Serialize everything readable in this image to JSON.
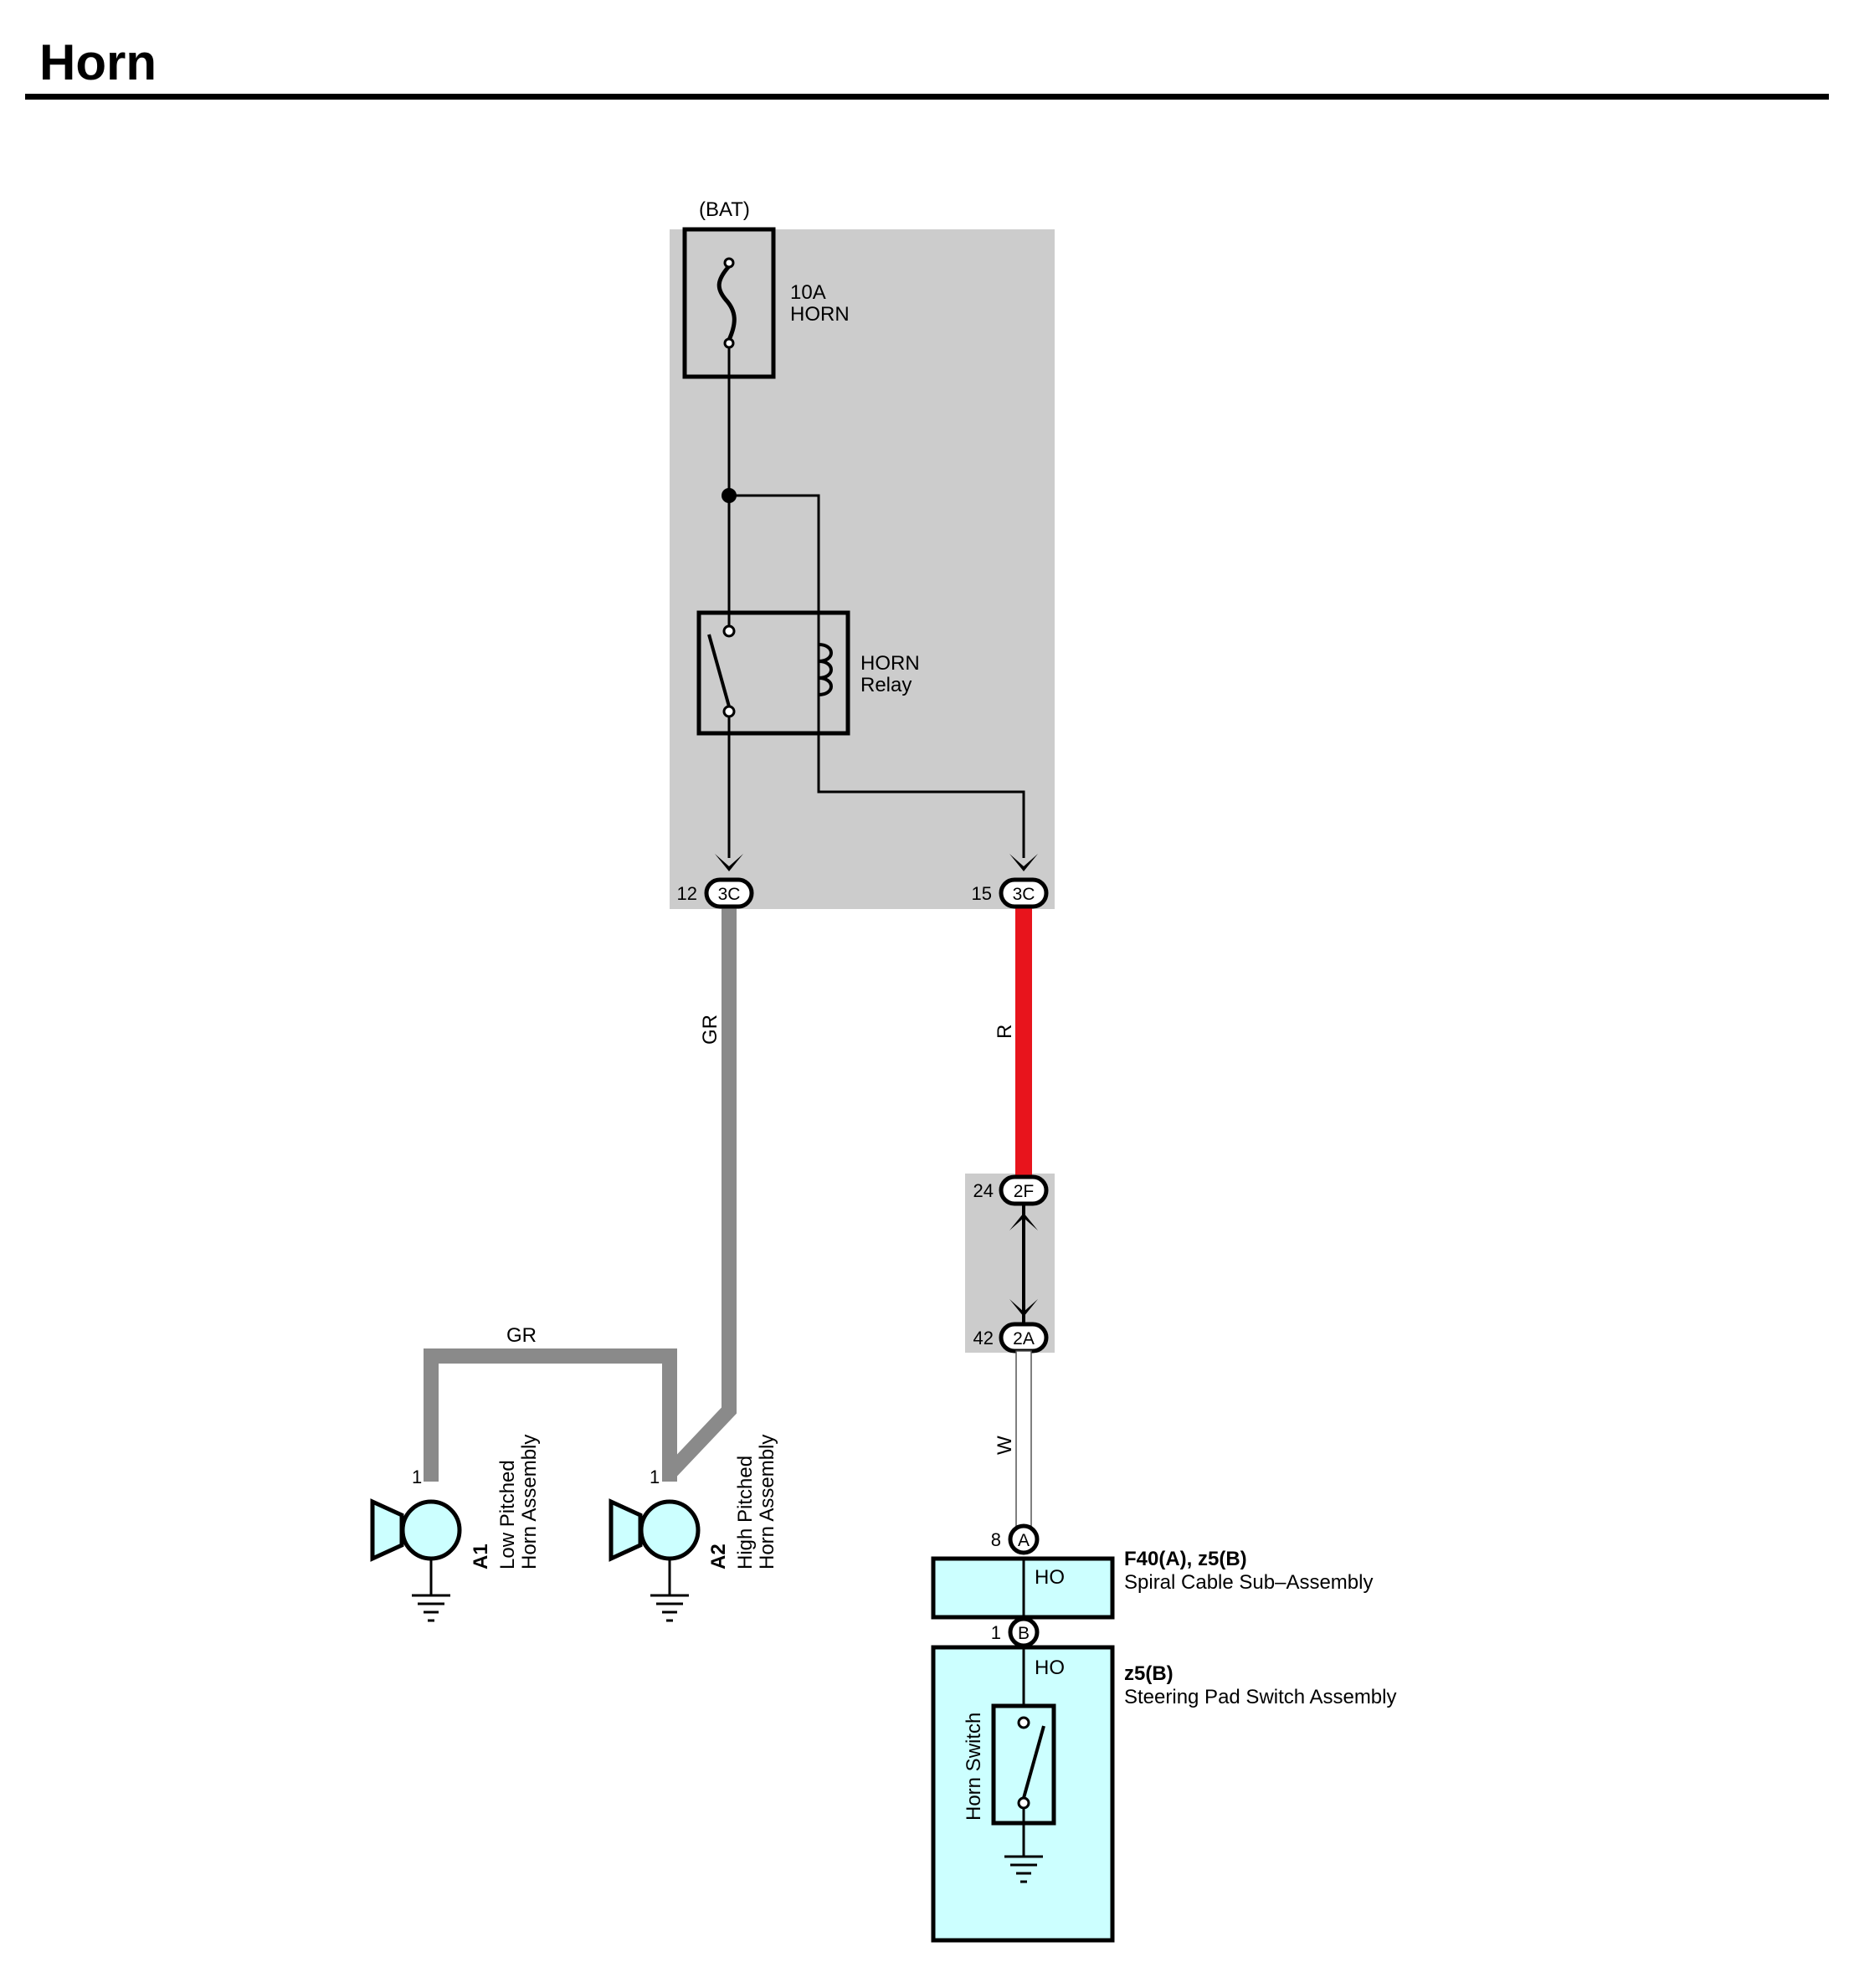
{
  "title": "Horn",
  "colors": {
    "box_fill": "#cccccc",
    "component_fill": "#ccffff",
    "wire_gray": "#8a8a8a",
    "wire_red": "#e8141c",
    "wire_white": "#ffffff",
    "line": "#000000"
  },
  "power": {
    "source": "(BAT)",
    "fuse_amp": "10A",
    "fuse_name": "HORN"
  },
  "relay": {
    "line1": "HORN",
    "line2": "Relay"
  },
  "connectors": {
    "left": {
      "pin": "12",
      "code": "3C"
    },
    "right": {
      "pin": "15",
      "code": "3C"
    },
    "junction_top": {
      "pin": "24",
      "code": "2F"
    },
    "junction_bottom": {
      "pin": "42",
      "code": "2A"
    },
    "spiral_in": {
      "pin": "8",
      "code": "A"
    },
    "spiral_out": {
      "pin": "1",
      "code": "B"
    }
  },
  "wires": {
    "gray_vertical": "GR",
    "gray_horizontal": "GR",
    "red": "R",
    "white": "W"
  },
  "horns": [
    {
      "pin": "1",
      "id": "A1",
      "line1": "Low Pitched",
      "line2": "Horn Assembly"
    },
    {
      "pin": "1",
      "id": "A2",
      "line1": "High Pitched",
      "line2": "Horn Assembly"
    }
  ],
  "spiral_cable": {
    "ref": "F40(A), z5(B)",
    "name": "Spiral Cable Sub–Assembly",
    "terminal": "HO"
  },
  "steering_pad": {
    "ref": "z5(B)",
    "name": "Steering Pad Switch Assembly",
    "terminal": "HO",
    "switch_label": "Horn Switch"
  }
}
